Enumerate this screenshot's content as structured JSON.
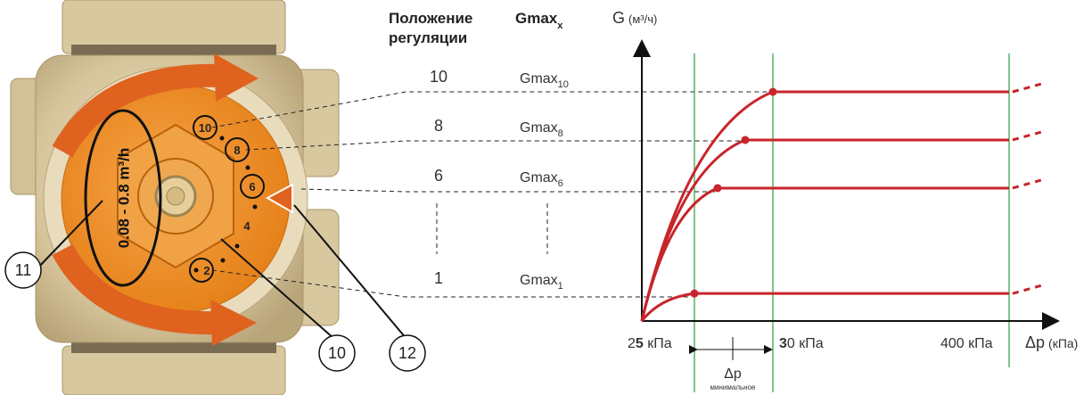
{
  "headers": {
    "position_line1": "Положение",
    "position_line2": "регуляции",
    "gmax": "Gmax",
    "gmax_sub": "x"
  },
  "positions": [
    {
      "value": "10",
      "gmax": "Gmax",
      "gmax_sub": "10"
    },
    {
      "value": "8",
      "gmax": "Gmax",
      "gmax_sub": "8"
    },
    {
      "value": "6",
      "gmax": "Gmax",
      "gmax_sub": "6"
    },
    {
      "value": "1",
      "gmax": "Gmax",
      "gmax_sub": "1"
    }
  ],
  "valve": {
    "scale_text": "0.08 - 0.8 m³/h",
    "dial_marks": [
      "10",
      "8",
      "6",
      "4",
      "2"
    ],
    "callouts": [
      "11",
      "10",
      "12"
    ]
  },
  "chart_data": {
    "type": "line",
    "ylabel": "G",
    "ylabel_unit": "(м³/ч)",
    "xlabel": "Δp",
    "xlabel_unit": "(кПа)",
    "x_ticks": [
      {
        "prefix": "2",
        "bold": "5",
        "suffix": " кПа"
      },
      {
        "prefix": "",
        "bold": "3",
        "suffix": "0 кПа"
      },
      {
        "prefix": "400 кПа",
        "bold": "",
        "suffix": ""
      }
    ],
    "dp_min_label": "Δp",
    "dp_min_sub": "минимальное",
    "series": [
      {
        "setting": "10",
        "plateau_level": 1.0
      },
      {
        "setting": "8",
        "plateau_level": 0.79
      },
      {
        "setting": "6",
        "plateau_level": 0.58
      },
      {
        "setting": "1",
        "plateau_level": 0.12
      }
    ],
    "colors": {
      "curve": "#c8242b",
      "guide": "#2e9e3a",
      "axis": "#111111"
    }
  }
}
